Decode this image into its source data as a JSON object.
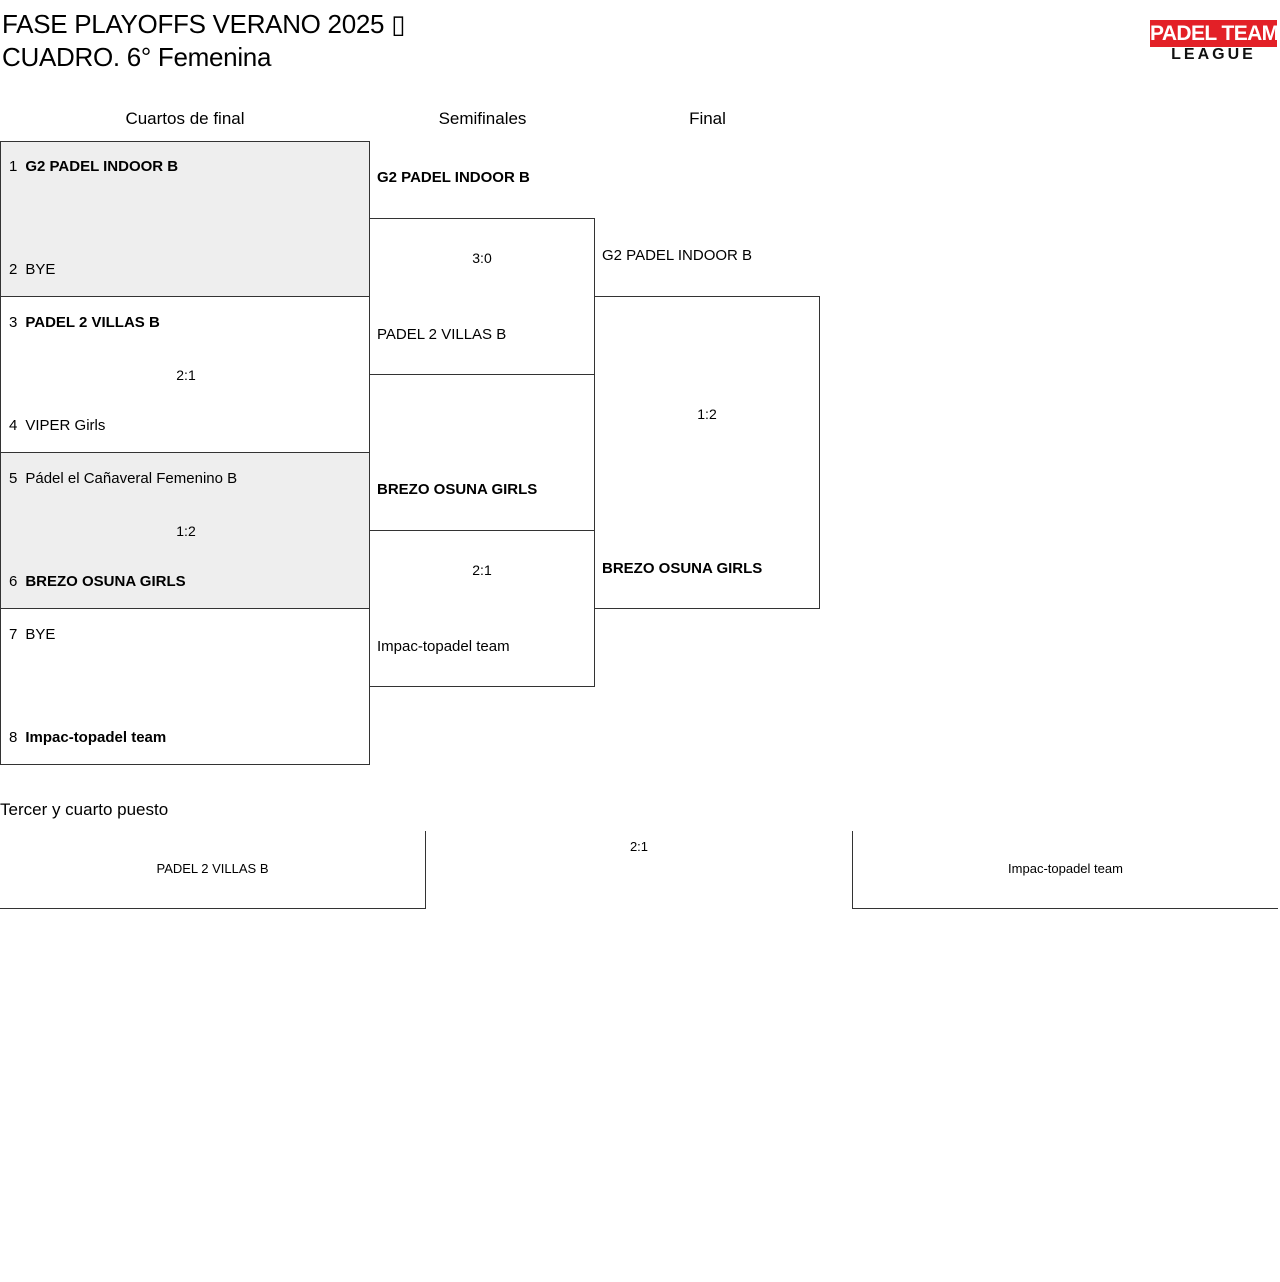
{
  "header": {
    "title_line1": "FASE PLAYOFFS VERANO 2025 ▯",
    "title_line2": "CUADRO. 6° Femenina",
    "logo_top": "PADEL TEAM",
    "logo_bottom": "LEAGUE",
    "logo_color": "#e32027"
  },
  "rounds": {
    "quarterfinals": "Cuartos de final",
    "semifinals": "Semifinales",
    "final": "Final"
  },
  "quarterfinals": [
    {
      "seed_a": "1",
      "team_a": "G2 PADEL INDOOR B",
      "seed_b": "2",
      "team_b": "BYE",
      "score": ""
    },
    {
      "seed_a": "3",
      "team_a": "PADEL 2 VILLAS B",
      "seed_b": "4",
      "team_b": "VIPER Girls",
      "score": "2:1"
    },
    {
      "seed_a": "5",
      "team_a": "Pádel el Cañaveral Femenino B",
      "seed_b": "6",
      "team_b": "BREZO OSUNA GIRLS",
      "score": "1:2"
    },
    {
      "seed_a": "7",
      "team_a": "BYE",
      "seed_b": "8",
      "team_b": "Impac-topadel team",
      "score": ""
    }
  ],
  "semifinals": [
    {
      "team_a": "G2 PADEL INDOOR B",
      "team_b": "PADEL 2 VILLAS B",
      "score": "3:0"
    },
    {
      "team_a": "BREZO OSUNA GIRLS",
      "team_b": "Impac-topadel team",
      "score": "2:1"
    }
  ],
  "final": {
    "team_a": "G2 PADEL INDOOR B",
    "team_b": "BREZO OSUNA GIRLS",
    "score": "1:2"
  },
  "third_place": {
    "heading": "Tercer y cuarto puesto",
    "team_a": "PADEL 2 VILLAS B",
    "team_b": "Impac-topadel team",
    "score": "2:1"
  }
}
